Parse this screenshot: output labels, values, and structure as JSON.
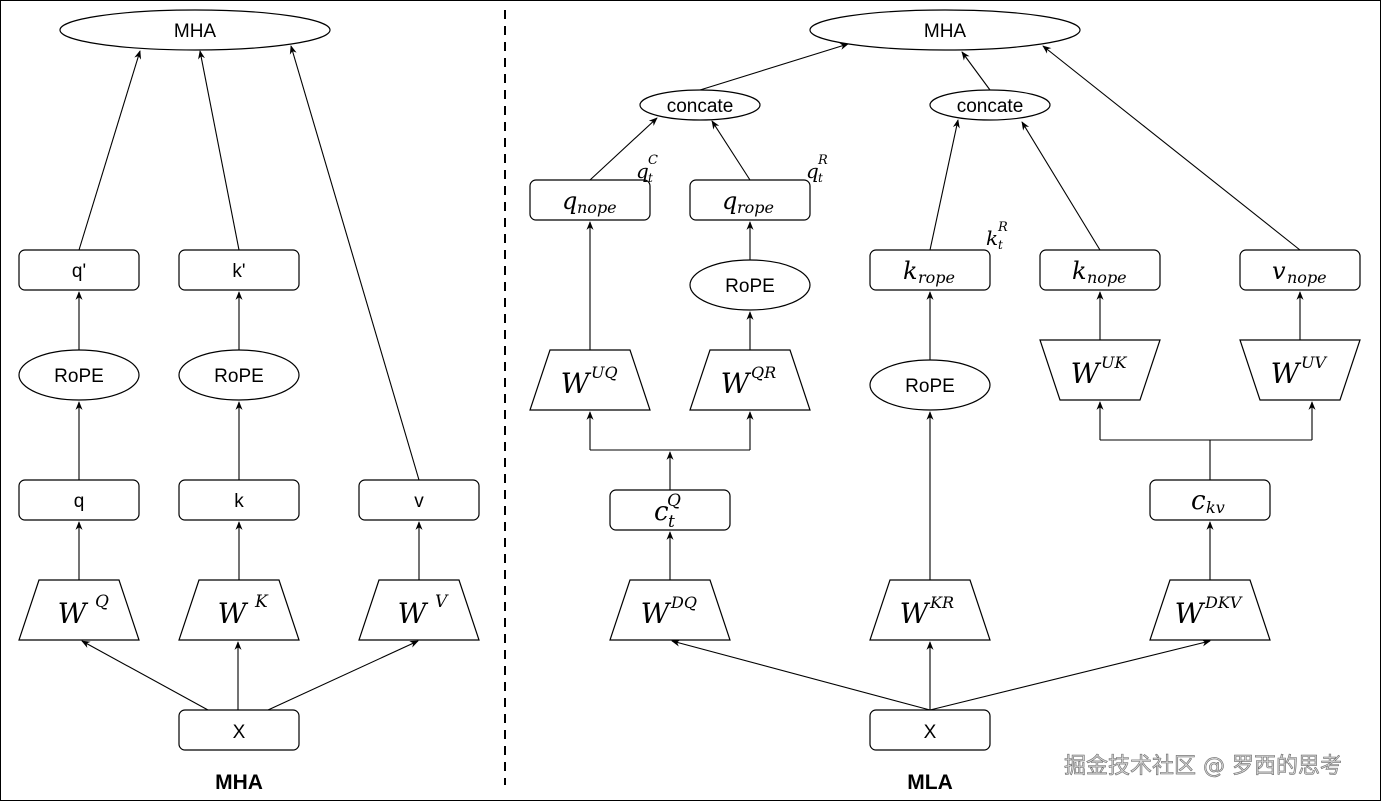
{
  "diagram": {
    "panels": [
      {
        "id": "mha",
        "title": "MHA"
      },
      {
        "id": "mla",
        "title": "MLA"
      }
    ],
    "watermark": "掘金技术社区 @ 罗西的思考",
    "mha": {
      "output": "MHA",
      "input": "X",
      "branches": [
        {
          "name": "query",
          "weight": {
            "base": "W",
            "sup": "Q"
          },
          "proj": "q",
          "rope": "RoPE",
          "out": "q'"
        },
        {
          "name": "key",
          "weight": {
            "base": "W",
            "sup": "K"
          },
          "proj": "k",
          "rope": "RoPE",
          "out": "k'"
        },
        {
          "name": "value",
          "weight": {
            "base": "W",
            "sup": "V"
          },
          "proj": "v"
        }
      ]
    },
    "mla": {
      "output": "MHA",
      "input": "X",
      "concat_q": "concate",
      "concat_k": "concate",
      "q_nope": {
        "base": "q",
        "sub": "nope"
      },
      "q_rope": {
        "base": "q",
        "sub": "rope"
      },
      "q_nope_annot": {
        "base": "q",
        "sub": "t",
        "sup": "C"
      },
      "q_rope_annot": {
        "base": "q",
        "sub": "t",
        "sup": "R"
      },
      "q_rope_rope": "RoPE",
      "w_uq": {
        "base": "W",
        "sup": "UQ"
      },
      "w_qr": {
        "base": "W",
        "sup": "QR"
      },
      "c_q": {
        "base": "c",
        "sub": "t",
        "sup": "Q"
      },
      "w_dq": {
        "base": "W",
        "sup": "DQ"
      },
      "k_rope": {
        "base": "k",
        "sub": "rope"
      },
      "k_rope_annot": {
        "base": "k",
        "sub": "t",
        "sup": "R"
      },
      "k_rope_rope": "RoPE",
      "w_kr": {
        "base": "W",
        "sup": "KR"
      },
      "k_nope": {
        "base": "k",
        "sub": "nope"
      },
      "v_nope": {
        "base": "v",
        "sub": "nope"
      },
      "w_uk": {
        "base": "W",
        "sup": "UK"
      },
      "w_uv": {
        "base": "W",
        "sup": "UV"
      },
      "c_kv": {
        "base": "c",
        "sub": "kv"
      },
      "w_dkv": {
        "base": "W",
        "sup": "DKV"
      }
    }
  }
}
